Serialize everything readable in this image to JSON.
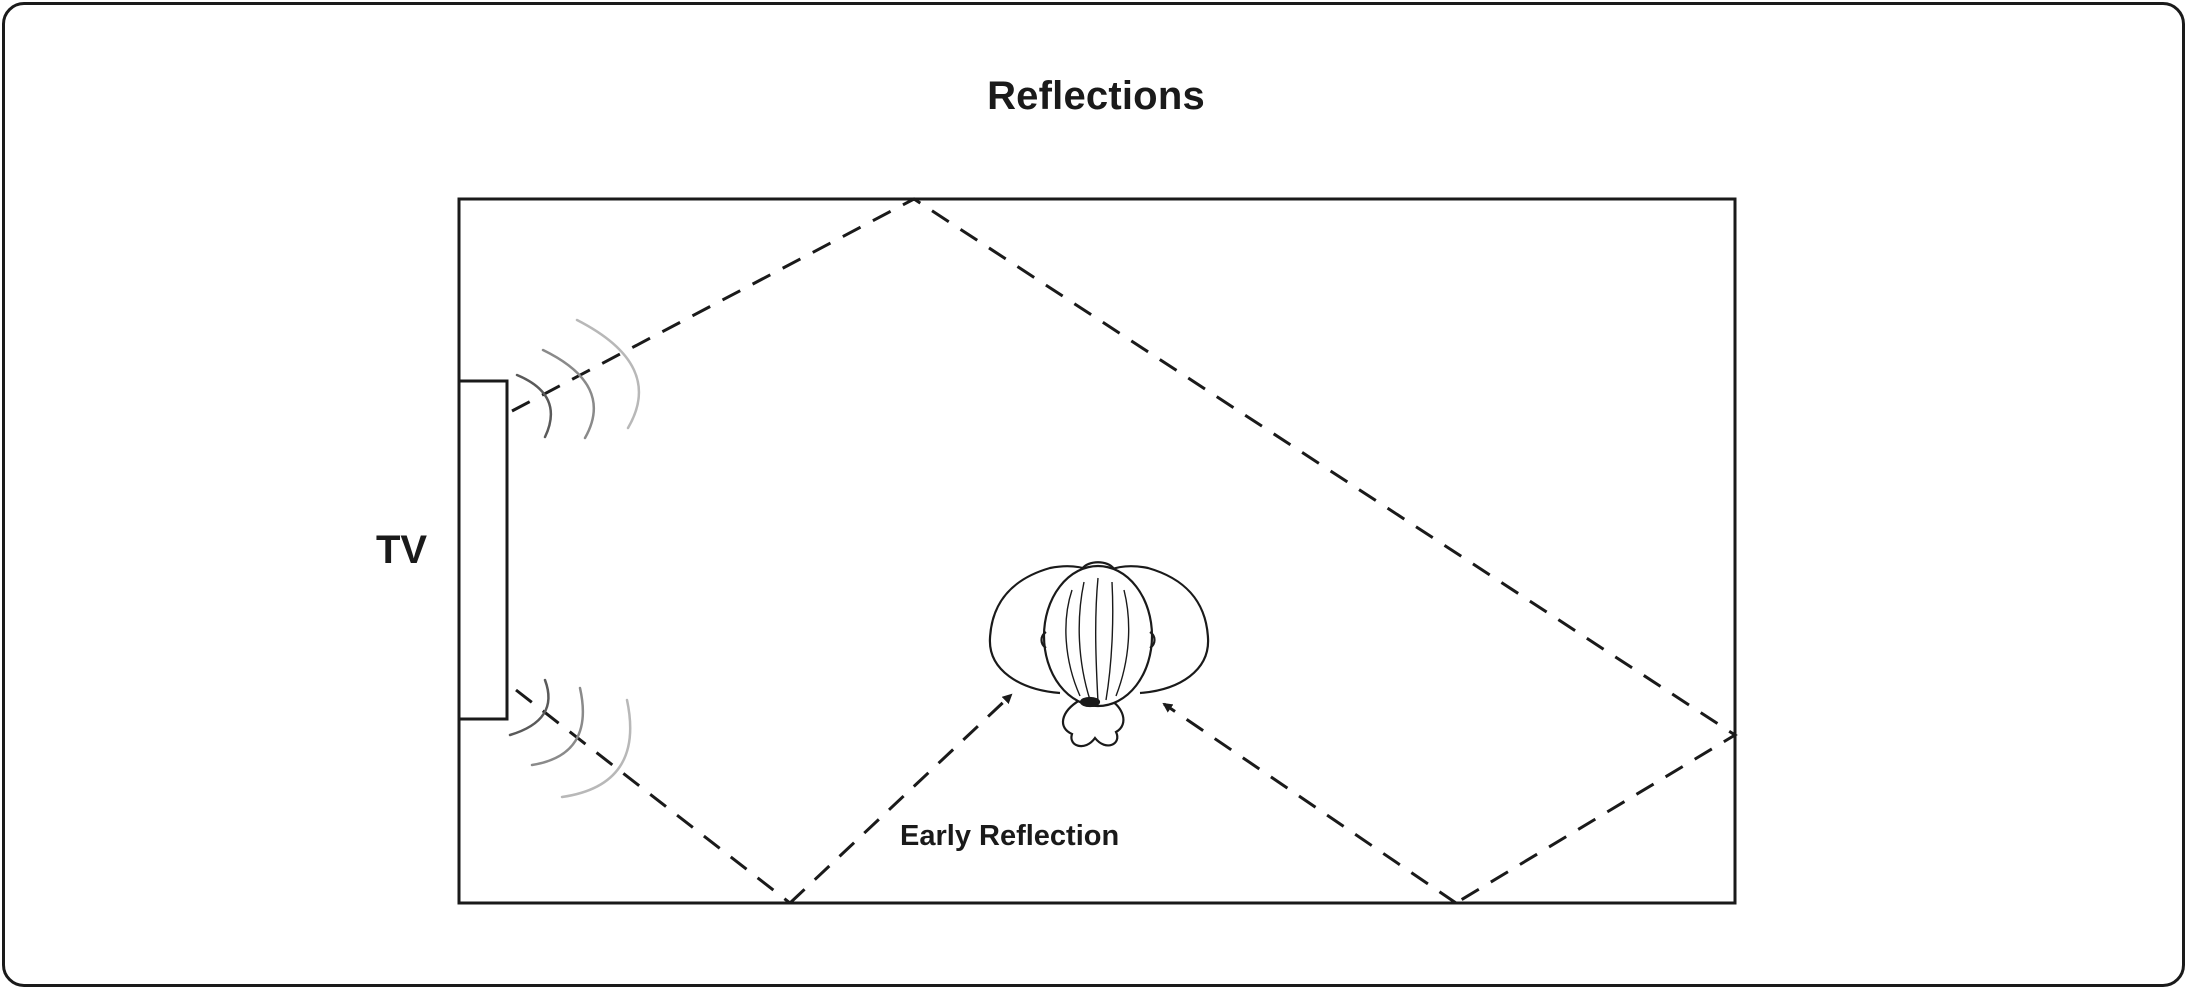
{
  "diagram": {
    "title": "Reflections",
    "tv_label": "TV",
    "early_reflection_label": "Early Reflection",
    "colors": {
      "stroke": "#1a1a1a",
      "wave_dark": "#5a5a5a",
      "wave_mid": "#8a8a8a",
      "wave_light": "#b8b8b8",
      "background": "#ffffff"
    },
    "icons": [
      "listener-head-icon",
      "sound-wave-icon",
      "arrow-head-icon"
    ]
  }
}
